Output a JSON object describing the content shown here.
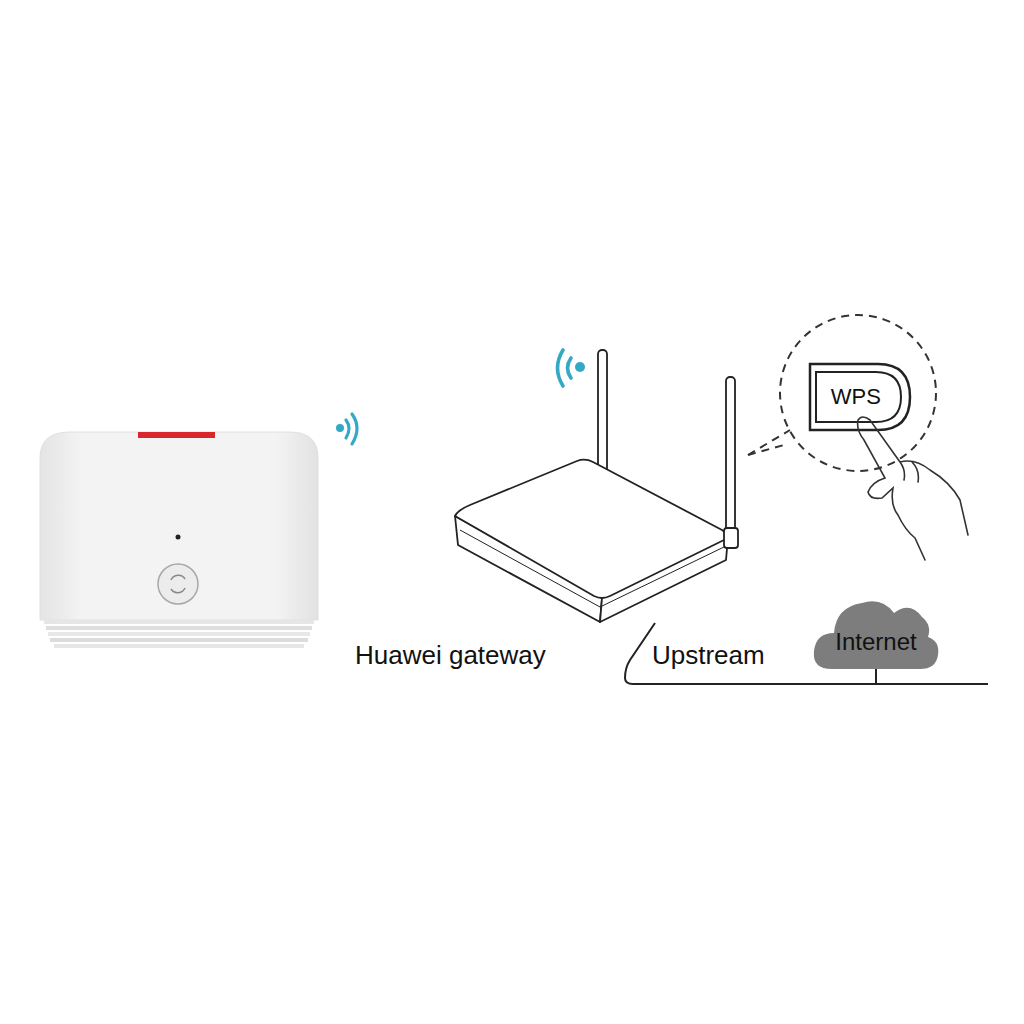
{
  "diagram": {
    "nodes": [
      {
        "text": [
          "Huawei gateway"
        ]
      },
      {
        "text": [
          "WPS"
        ]
      },
      {
        "text": [
          "Internet"
        ]
      }
    ],
    "edges": [
      {
        "from": 0,
        "to": 2,
        "arrow": "none",
        "label": "Upstream"
      }
    ]
  }
}
